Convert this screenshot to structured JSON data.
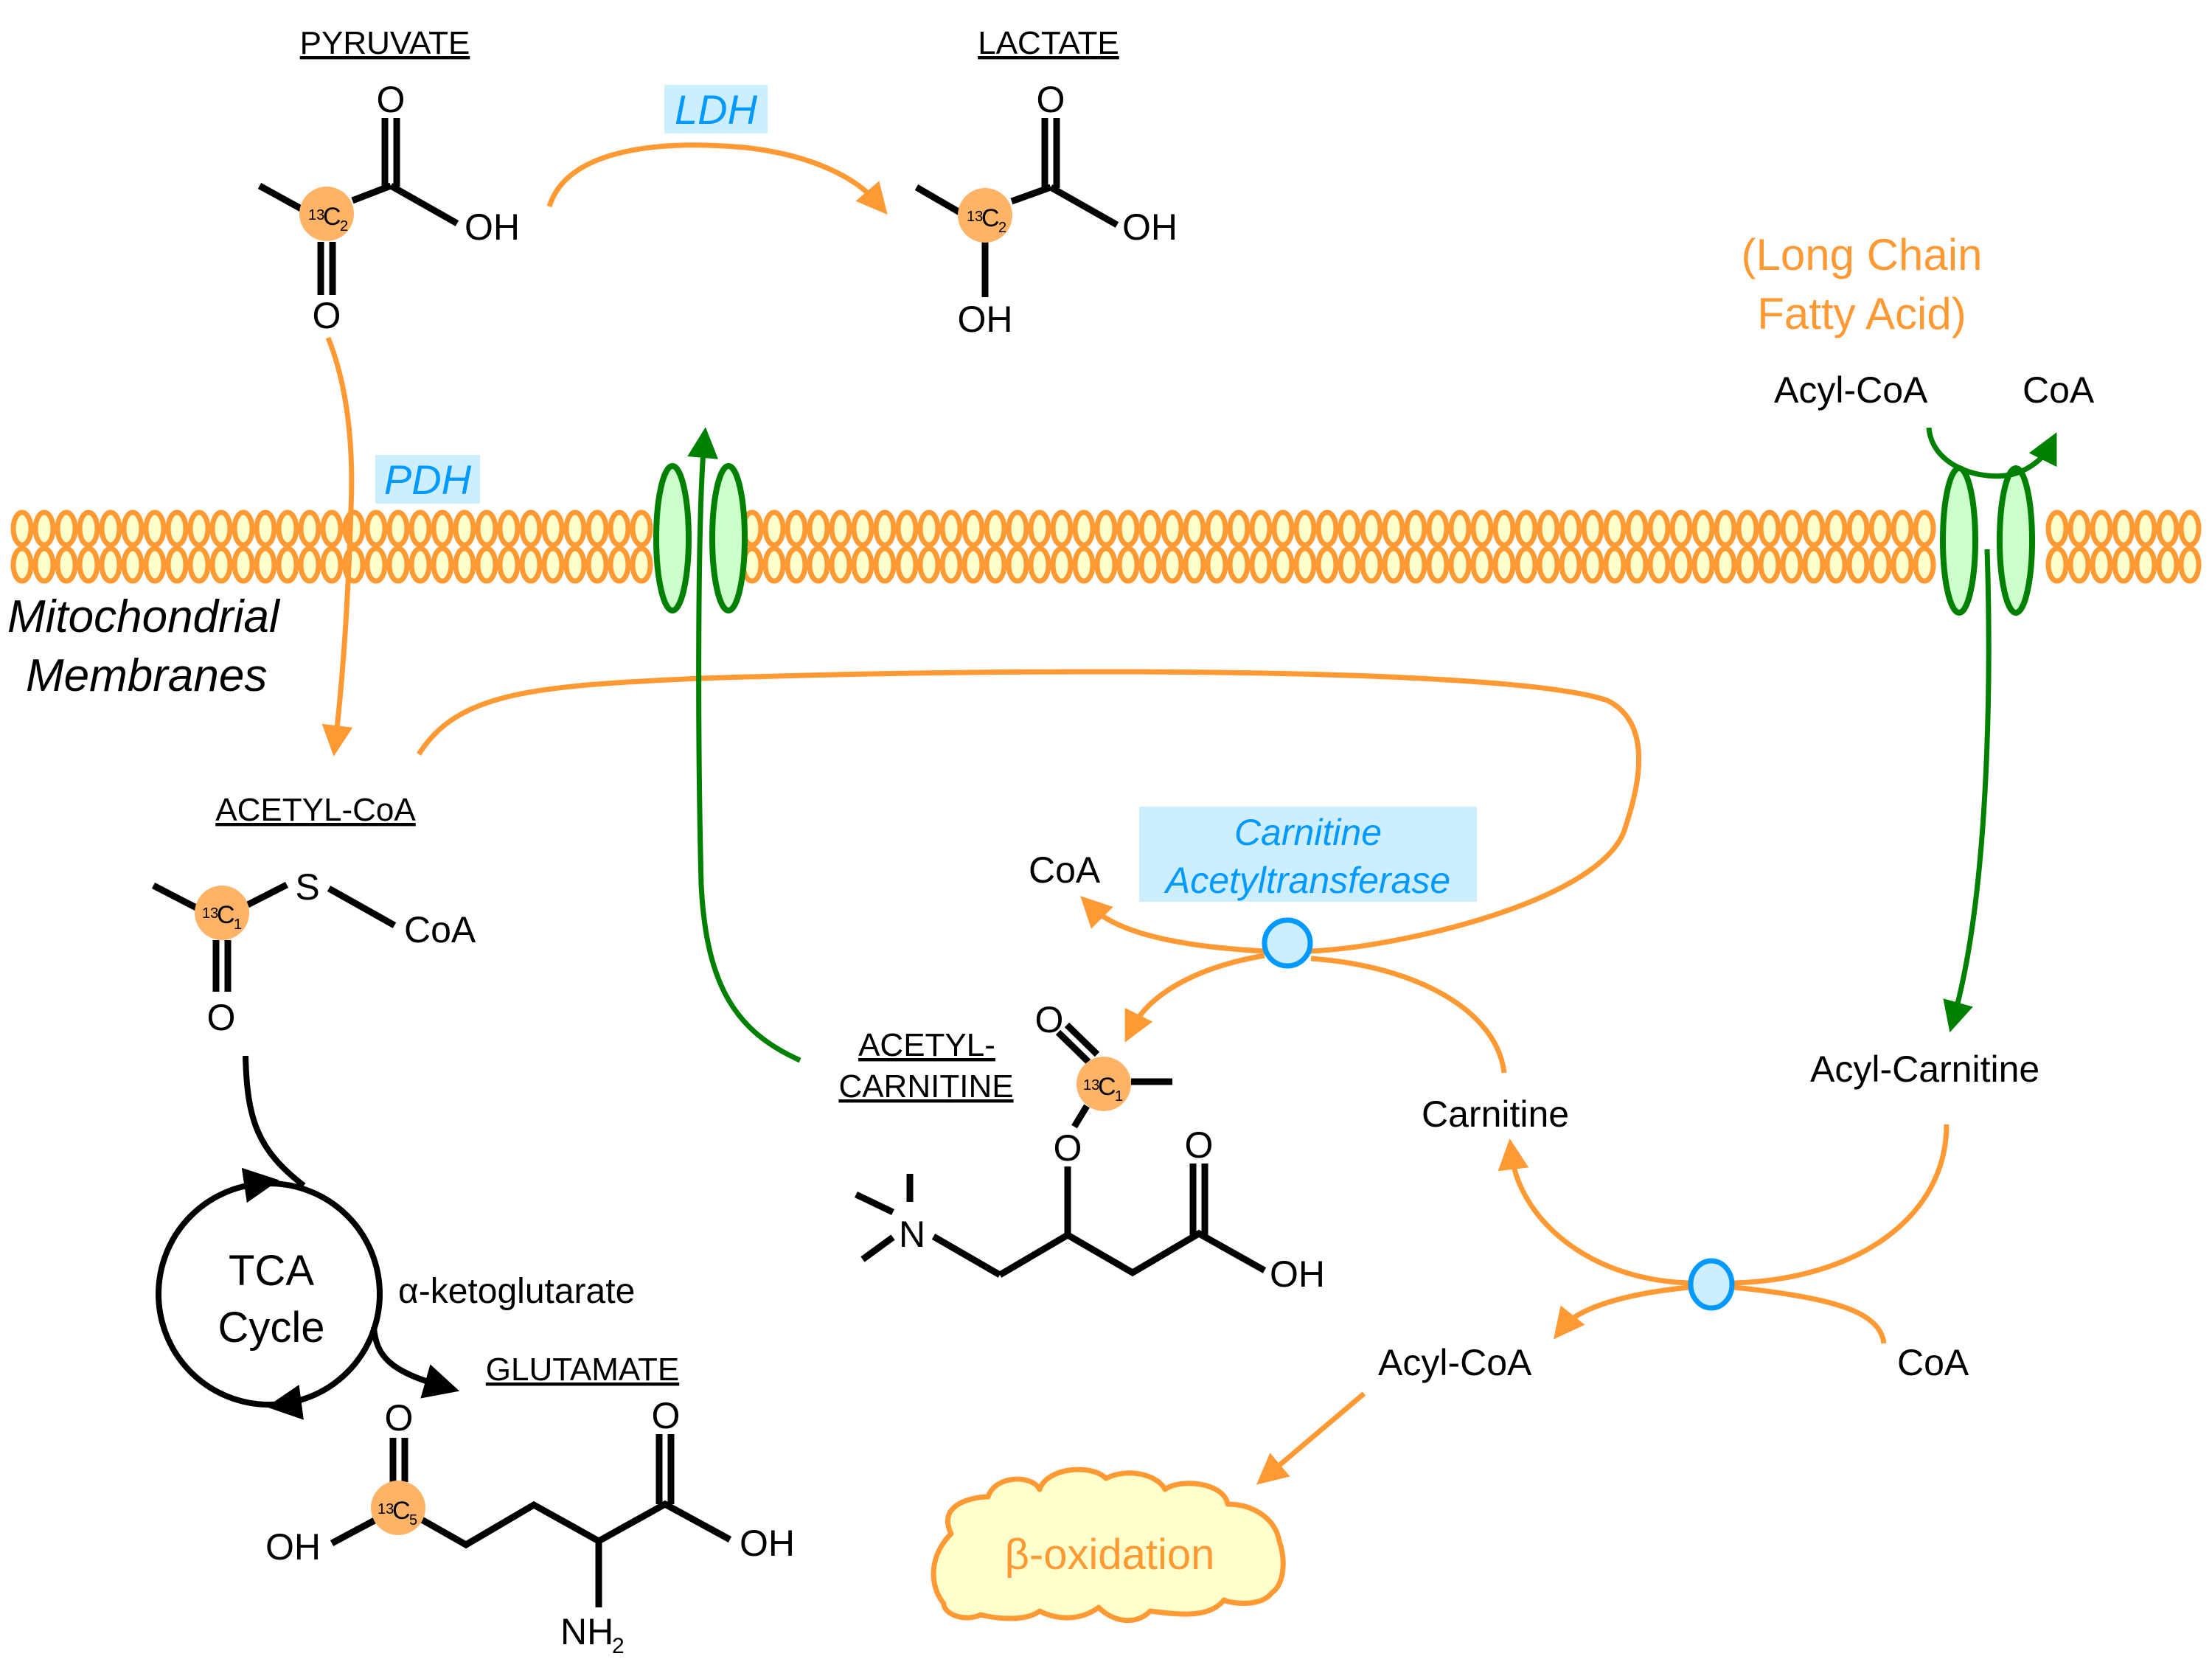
{
  "colors": {
    "pathway_orange": "#ff9933",
    "transport_green": "#008000",
    "enzyme_blue": "#0099ff",
    "enzyme_bg": "#cceeff",
    "label_carbon": "#ffb366",
    "lipid_fill": "#ffffcc",
    "channel_fill": "#ccffcc"
  },
  "molecules": {
    "pyruvate": {
      "title": "PYRUVATE",
      "label_iso": "13",
      "label_c": "C",
      "label_sub": "2",
      "o_top": "O",
      "o_bottom": "O",
      "oh": "OH"
    },
    "lactate": {
      "title": "LACTATE",
      "label_iso": "13",
      "label_c": "C",
      "label_sub": "2",
      "o_top": "O",
      "oh_right": "OH",
      "oh_bottom": "OH"
    },
    "acetyl_coa": {
      "title": "ACETYL-CoA",
      "label_iso": "13",
      "label_c": "C",
      "label_sub": "1",
      "s": "S",
      "coa": "CoA",
      "o": "O"
    },
    "acetyl_carnitine": {
      "title_line1": "ACETYL-",
      "title_line2": "CARNITINE",
      "label_iso": "13",
      "label_c": "C",
      "label_sub": "1",
      "o_top": "O",
      "o_ester": "O",
      "n": "N",
      "o_acid": "O",
      "oh": "OH"
    },
    "glutamate": {
      "title": "GLUTAMATE",
      "label_iso": "13",
      "label_c": "C",
      "label_sub": "5",
      "o_left": "O",
      "oh_left": "OH",
      "o_right": "O",
      "oh_right": "OH",
      "nh2": "NH",
      "nh2_sub": "2"
    }
  },
  "enzymes": {
    "ldh": "LDH",
    "pdh": "PDH",
    "cat_line1": "Carnitine",
    "cat_line2": "Acetyltransferase"
  },
  "labels": {
    "membrane_line1": "Mitochondrial",
    "membrane_line2": "Membranes",
    "lcfa_line1": "(Long Chain",
    "lcfa_line2": "Fatty Acid)",
    "acyl_coa_top": "Acyl-CoA",
    "coa_top": "CoA",
    "coa_cat": "CoA",
    "carnitine": "Carnitine",
    "acyl_carnitine": "Acyl-Carnitine",
    "acyl_coa_bottom": "Acyl-CoA",
    "coa_bottom": "CoA",
    "tca_line1": "TCA",
    "tca_line2": "Cycle",
    "alpha_kg": "α-ketoglutarate",
    "beta_oxidation": "β-oxidation"
  }
}
